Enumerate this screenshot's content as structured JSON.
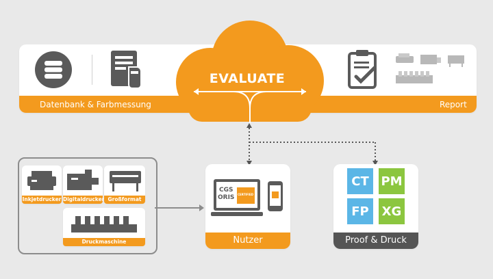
{
  "top": {
    "left_label": "Datenbank & Farbmessung",
    "right_label": "Report",
    "cloud_title": "EVALUATE"
  },
  "devices": {
    "inkjet": "Inkjetdrucker",
    "digital": "Digitaldrucker",
    "large": "Großformat",
    "press": "Druckmaschine"
  },
  "user": {
    "label": "Nutzer",
    "screen_text_1": "CGS",
    "screen_text_2": "ORIS",
    "screen_badge": "CERTIFIED"
  },
  "proof": {
    "label": "Proof & Druck",
    "tiles": [
      {
        "code": "CT",
        "color": "#5bb6e6"
      },
      {
        "code": "PM",
        "color": "#8cc63f"
      },
      {
        "code": "FP",
        "color": "#5bb6e6"
      },
      {
        "code": "XG",
        "color": "#8cc63f"
      }
    ]
  },
  "colors": {
    "orange": "#f39a1e",
    "gray_icon": "#5a5a5a",
    "dark_bar": "#555555",
    "blue": "#5bb6e6",
    "green": "#8cc63f"
  }
}
